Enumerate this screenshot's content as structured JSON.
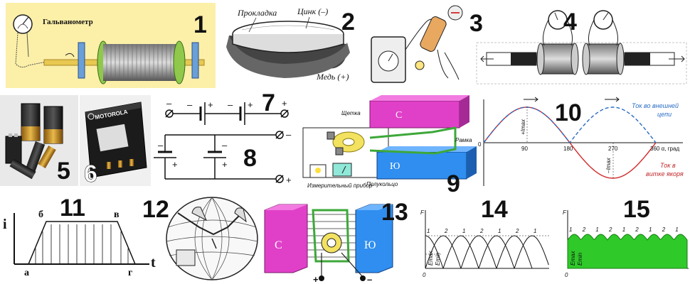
{
  "panel1": {
    "number": "1",
    "galvanometer_label": "Гальванометр"
  },
  "panel2": {
    "number": "2",
    "gasket_label": "Прокладка",
    "zinc_label": "Цинк (–)",
    "copper_label": "Медь (+)"
  },
  "panel3": {
    "number": "3"
  },
  "panel4": {
    "number": "4"
  },
  "panel5": {
    "number": "5"
  },
  "panel6": {
    "number": "6",
    "brand": "MOTOROLA"
  },
  "panel7": {
    "number": "7",
    "minus": "–",
    "plus": "+"
  },
  "panel8": {
    "number": "8",
    "minus": "–",
    "plus": "+"
  },
  "panel9": {
    "number": "9",
    "brush_label": "Щетка",
    "frame_label": "Рамка",
    "meter_label": "Измерительный прибор",
    "half_ring_label": "Полукольцо",
    "pole_s": "С",
    "pole_n": "Ю"
  },
  "panel10": {
    "number": "10",
    "legend_external": "Ток во внешней цепи",
    "legend_armature": "Ток в витке якоря",
    "origin": "0",
    "ticks": [
      "90",
      "180",
      "270",
      "360 α, град"
    ],
    "imax": "+Imax",
    "neg_imax": "–Imax"
  },
  "panel11": {
    "number": "11",
    "y_axis": "i",
    "x_axis": "t",
    "points": [
      "а",
      "б",
      "в",
      "г"
    ]
  },
  "panel12": {
    "number": "12"
  },
  "panel13": {
    "number": "13",
    "pole_s": "С",
    "pole_n": "Ю",
    "plus": "+",
    "minus": "–"
  },
  "panel14": {
    "number": "14",
    "y_axis": "F",
    "origin": "0",
    "emax": "Emax",
    "emin": "Emin",
    "peaks": [
      "1",
      "2",
      "1",
      "2",
      "1",
      "2",
      "1"
    ]
  },
  "panel15": {
    "number": "15",
    "y_axis": "F",
    "origin": "0",
    "emax": "Emax",
    "emin": "Emin",
    "peaks": [
      "1",
      "2",
      "1",
      "2",
      "1",
      "2",
      "1",
      "2",
      "1"
    ]
  },
  "colors": {
    "pole_s": "#e040c8",
    "pole_n": "#2f8ef0",
    "coil": "#3da83a",
    "yellow_bg": "#fcefa8",
    "fill15": "#2fc92a"
  }
}
